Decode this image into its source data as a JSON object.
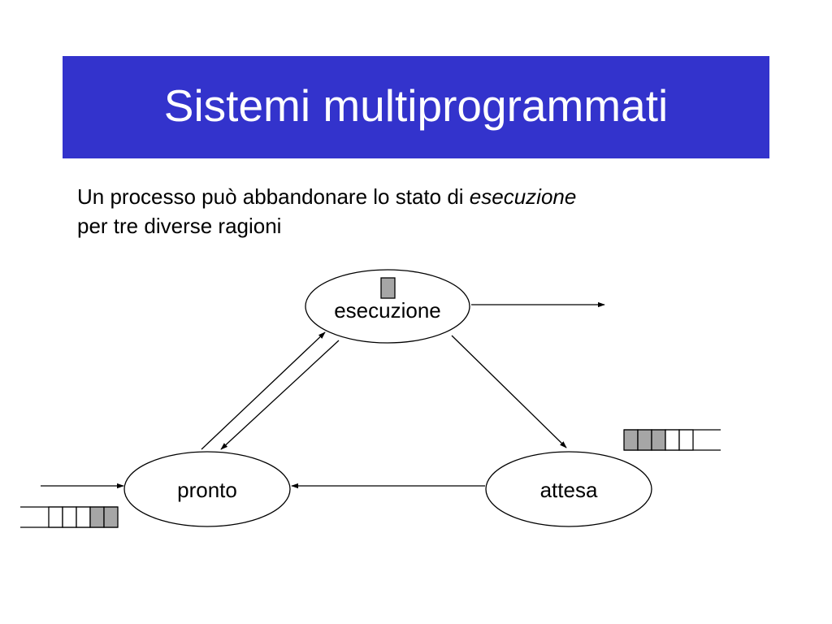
{
  "title": "Sistemi multiprogrammati",
  "intro": {
    "line1_prefix": "Un processo può abbandonare lo stato di ",
    "line1_emphasis": "esecuzione",
    "line2": "per tre diverse ragioni"
  },
  "nodes": {
    "esecuzione": "esecuzione",
    "pronto": "pronto",
    "attesa": "attesa"
  },
  "queues": {
    "ready_queue_filled_slots": 2,
    "ready_queue_slots": 5,
    "wait_queue_filled_slots": 3,
    "wait_queue_slots": 5,
    "running_slots": 1
  },
  "colors": {
    "title_background": "#3333cc",
    "title_text": "#ffffff",
    "filled_slot": "#a6a6a6"
  }
}
